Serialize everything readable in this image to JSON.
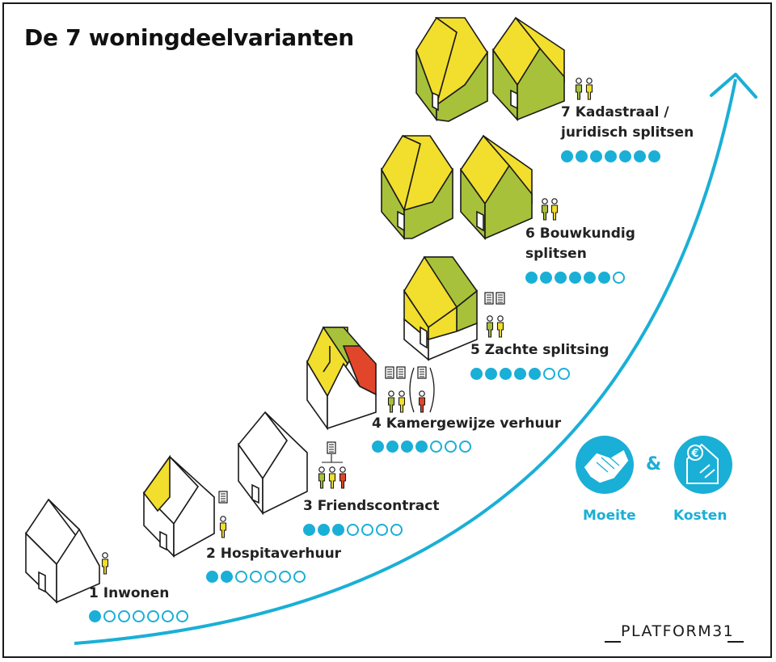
{
  "title": "De 7 woningdeelvarianten",
  "variants": [
    {
      "label": "1 Inwonen",
      "filled": 1,
      "total": 7
    },
    {
      "label": "2 Hospitaverhuur",
      "filled": 2,
      "total": 7
    },
    {
      "label": "3 Friendscontract",
      "filled": 3,
      "total": 7
    },
    {
      "label": "4 Kamergewijze verhuur",
      "filled": 4,
      "total": 7
    },
    {
      "label": "5 Zachte splitsing",
      "filled": 5,
      "total": 7
    },
    {
      "label_line1": "6 Bouwkundig",
      "label_line2": "splitsen",
      "filled": 6,
      "total": 7
    },
    {
      "label_line1": "7 Kadastraal /",
      "label_line2": "juridisch splitsen",
      "filled": 7,
      "total": 7
    }
  ],
  "legend": {
    "effort": "Moeite",
    "amp": "&",
    "cost": "Kosten",
    "effort_icon": "handshake-icon",
    "cost_icon": "euro-house-icon"
  },
  "brand": "PLATFORM31",
  "colors": {
    "accent": "#1aafd6",
    "yellow": "#f2de2c",
    "green": "#a7c13a",
    "red": "#e2462a",
    "outline": "#1a1a1a"
  }
}
